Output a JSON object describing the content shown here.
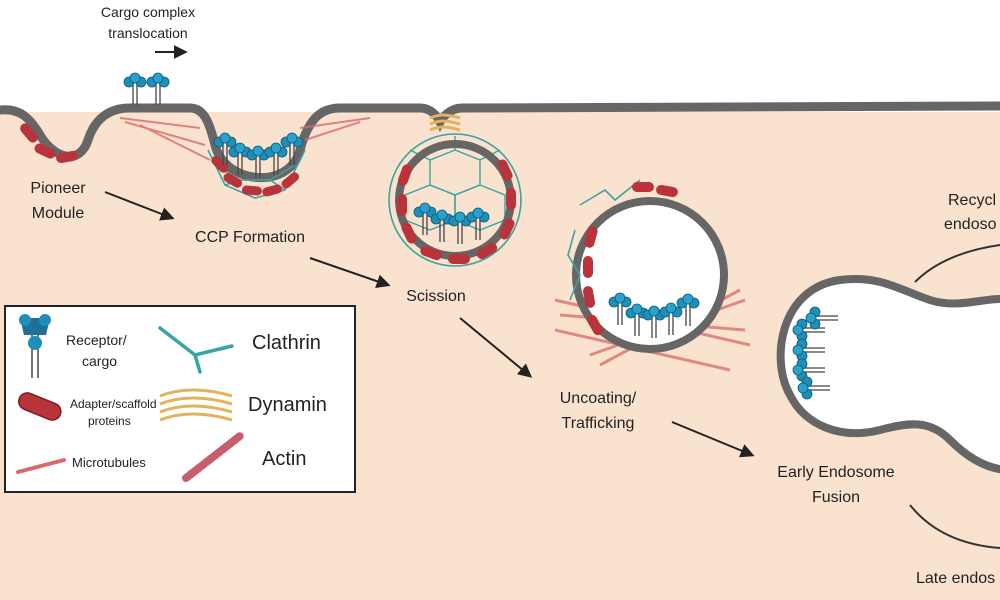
{
  "labels": {
    "cargo_translocation_1": "Cargo complex",
    "cargo_translocation_2": "translocation",
    "pioneer_1": "Pioneer",
    "pioneer_2": "Module",
    "ccp_formation": "CCP Formation",
    "scission": "Scission",
    "uncoating_1": "Uncoating/",
    "uncoating_2": "Trafficking",
    "early_endosome_1": "Early Endosome",
    "early_endosome_2": "Fusion",
    "recycling_1": "Recycl",
    "recycling_2": "endoso",
    "late_endosome": "Late endos"
  },
  "legend": {
    "receptor_1": "Receptor/",
    "receptor_2": "cargo",
    "clathrin": "Clathrin",
    "adapter_1": "Adapter/scaffold",
    "adapter_2": "proteins",
    "dynamin": "Dynamin",
    "microtubules": "Microtubules",
    "actin": "Actin"
  },
  "colors": {
    "cytoplasm": "#f9e3cf",
    "membrane": "#666666",
    "receptor": "#1f8fb8",
    "adapter": "#b8333a",
    "clathrin": "#3aa3a6",
    "dynamin": "#e4b25a",
    "actin": "#d96a6a"
  }
}
